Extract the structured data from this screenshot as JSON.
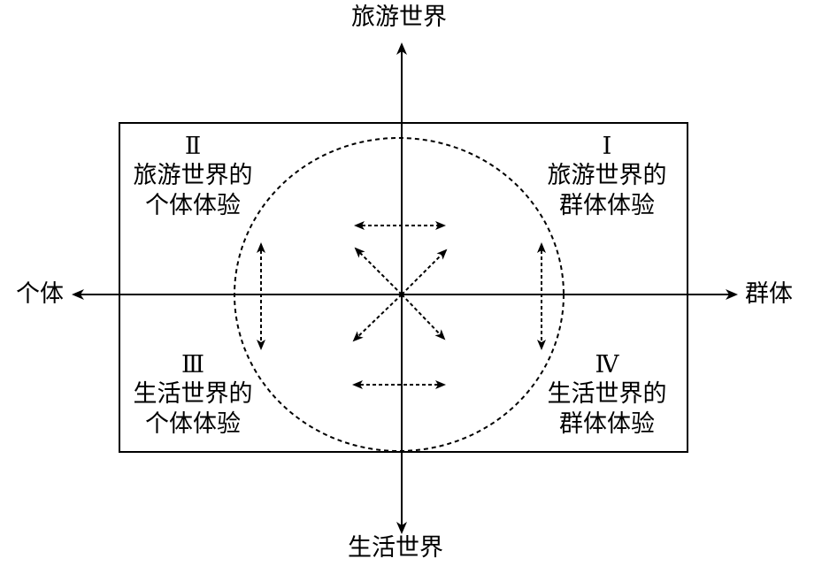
{
  "axes": {
    "top": "旅游世界",
    "bottom": "生活世界",
    "left": "个体",
    "right": "群体"
  },
  "quadrants": {
    "q1": {
      "numeral": "Ⅰ",
      "line1": "旅游世界的",
      "line2": "群体体验"
    },
    "q2": {
      "numeral": "Ⅱ",
      "line1": "旅游世界的",
      "line2": "个体体验"
    },
    "q3": {
      "numeral": "Ⅲ",
      "line1": "生活世界的",
      "line2": "个体体验"
    },
    "q4": {
      "numeral": "Ⅳ",
      "line1": "生活世界的",
      "line2": "群体体验"
    }
  },
  "colors": {
    "stroke": "#000000",
    "background": "#ffffff"
  }
}
